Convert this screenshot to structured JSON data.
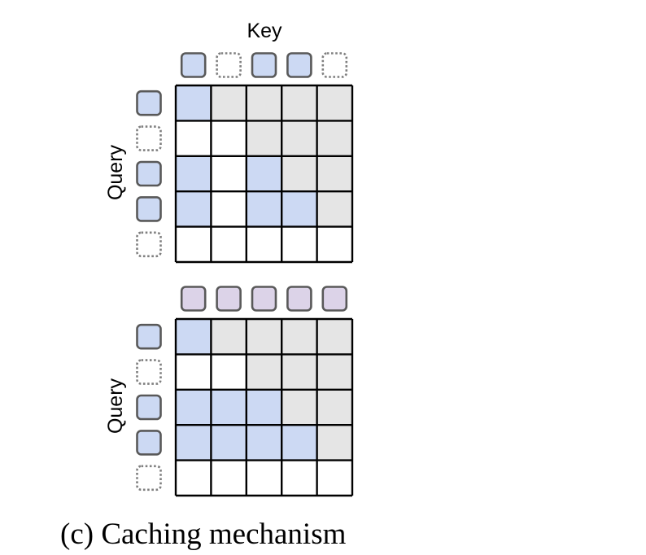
{
  "labels": {
    "key": "Key",
    "query_top": "Query",
    "query_bottom": "Query",
    "caption": "(c) Caching mechanism"
  },
  "colors": {
    "attend": "#ccd9f3",
    "masked": "#e5e5e5",
    "empty": "#ffffff",
    "grid_line": "#000000",
    "token_fill_blue": "#ccd9f3",
    "token_fill_purple": "#dcd3e8",
    "token_border": "#595959",
    "token_dotted": "#7f7f7f"
  },
  "top_panel": {
    "key_tokens": [
      "blue",
      "dotted",
      "blue",
      "blue",
      "dotted"
    ],
    "query_tokens": [
      "blue",
      "dotted",
      "blue",
      "blue",
      "dotted"
    ],
    "matrix": [
      [
        "attend",
        "masked",
        "masked",
        "masked",
        "masked"
      ],
      [
        "empty",
        "empty",
        "masked",
        "masked",
        "masked"
      ],
      [
        "attend",
        "empty",
        "attend",
        "masked",
        "masked"
      ],
      [
        "attend",
        "empty",
        "attend",
        "attend",
        "masked"
      ],
      [
        "empty",
        "empty",
        "empty",
        "empty",
        "empty"
      ]
    ]
  },
  "bottom_panel": {
    "key_tokens": [
      "purple",
      "purple",
      "purple",
      "purple",
      "purple"
    ],
    "query_tokens": [
      "blue",
      "dotted",
      "blue",
      "blue",
      "dotted"
    ],
    "matrix": [
      [
        "attend",
        "masked",
        "masked",
        "masked",
        "masked"
      ],
      [
        "empty",
        "empty",
        "masked",
        "masked",
        "masked"
      ],
      [
        "attend",
        "attend",
        "attend",
        "masked",
        "masked"
      ],
      [
        "attend",
        "attend",
        "attend",
        "attend",
        "masked"
      ],
      [
        "empty",
        "empty",
        "empty",
        "empty",
        "empty"
      ]
    ]
  }
}
